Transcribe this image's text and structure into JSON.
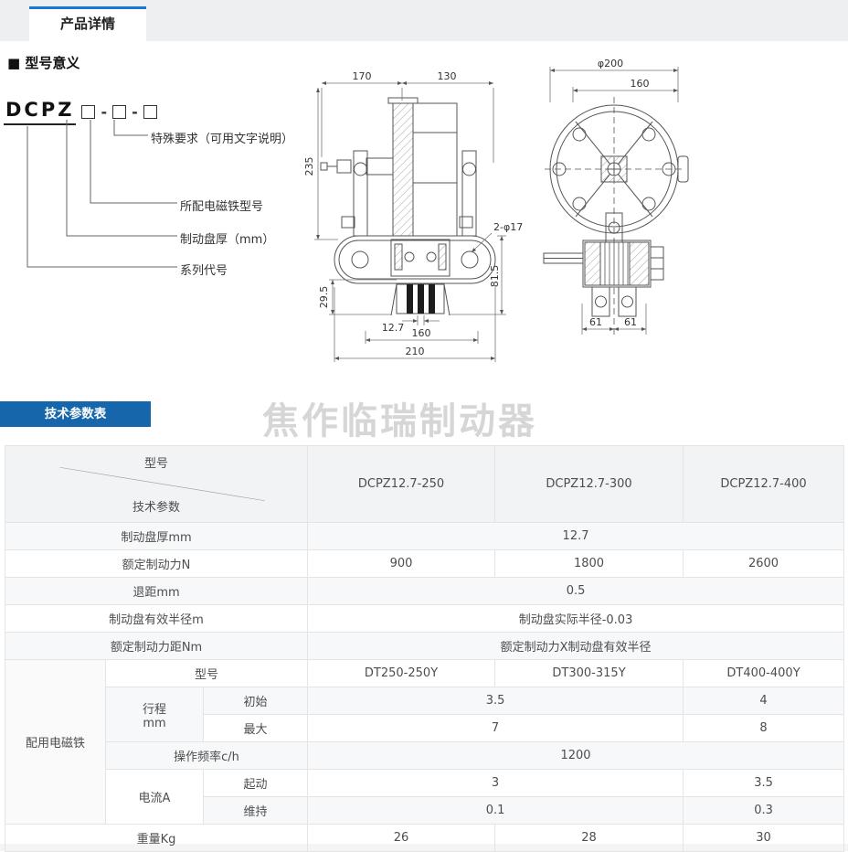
{
  "tab": {
    "label": "产品详情"
  },
  "section_model": {
    "heading": "■ 型号意义",
    "code": "DCPZ",
    "dash": "-",
    "labels": {
      "special": "特殊要求（可用文字说明）",
      "magnet": "所配电磁铁型号",
      "disc": "制动盘厚（mm）",
      "series": "系列代号"
    }
  },
  "banner": {
    "label": "技术参数表"
  },
  "watermark": "焦作临瑞制动器",
  "drawing": {
    "dims": {
      "w170": "170",
      "w130": "130",
      "h235": "235",
      "h29_5": "29.5",
      "t12_7": "12.7",
      "w160": "160",
      "w210": "210",
      "h81_5": "81.5",
      "holes": "2-φ17",
      "dia": "φ200",
      "w160b": "160",
      "d61a": "61",
      "d61b": "61"
    }
  },
  "table": {
    "corner": {
      "top": "型号",
      "bottom": "技术参数"
    },
    "models": [
      "DCPZ12.7-250",
      "DCPZ12.7-300",
      "DCPZ12.7-400"
    ],
    "rows": {
      "disc_thickness": {
        "label": "制动盘厚mm",
        "value": "12.7"
      },
      "rated_force": {
        "label": "额定制动力N",
        "values": [
          "900",
          "1800",
          "2600"
        ]
      },
      "retreat": {
        "label": "退距mm",
        "value": "0.5"
      },
      "radius": {
        "label": "制动盘有效半径m",
        "value": "制动盘实际半径-0.03"
      },
      "torque": {
        "label": "额定制动力距Nm",
        "value": "额定制动力X制动盘有效半径"
      }
    },
    "magnet": {
      "group_label": "配用电磁铁",
      "model_label": "型号",
      "models": [
        "DT250-250Y",
        "DT300-315Y",
        "DT400-400Y"
      ],
      "stroke_label_1": "行程",
      "stroke_label_2": "mm",
      "initial_label": "初始",
      "initial_values": [
        "3.5",
        "4"
      ],
      "max_label": "最大",
      "max_values": [
        "7",
        "8"
      ],
      "freq_label": "操作频率c/h",
      "freq_value": "1200",
      "current_label": "电流A",
      "start_label": "起动",
      "start_values": [
        "3",
        "3.5"
      ],
      "hold_label": "维持",
      "hold_values": [
        "0.1",
        "0.3"
      ]
    },
    "weight": {
      "label": "重量Kg",
      "values": [
        "26",
        "28",
        "30"
      ]
    }
  }
}
